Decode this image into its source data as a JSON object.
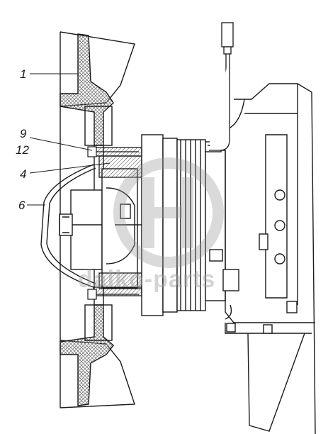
{
  "callouts": {
    "c1": "1",
    "c9": "9",
    "c12": "12",
    "c4": "4",
    "c6": "6"
  },
  "watermark": {
    "text": "dalko-parts"
  },
  "colors": {
    "line": "#1a1a1a",
    "hatch": "#7a7a7a",
    "watermark": "#a0a0a0",
    "background": "#ffffff"
  }
}
